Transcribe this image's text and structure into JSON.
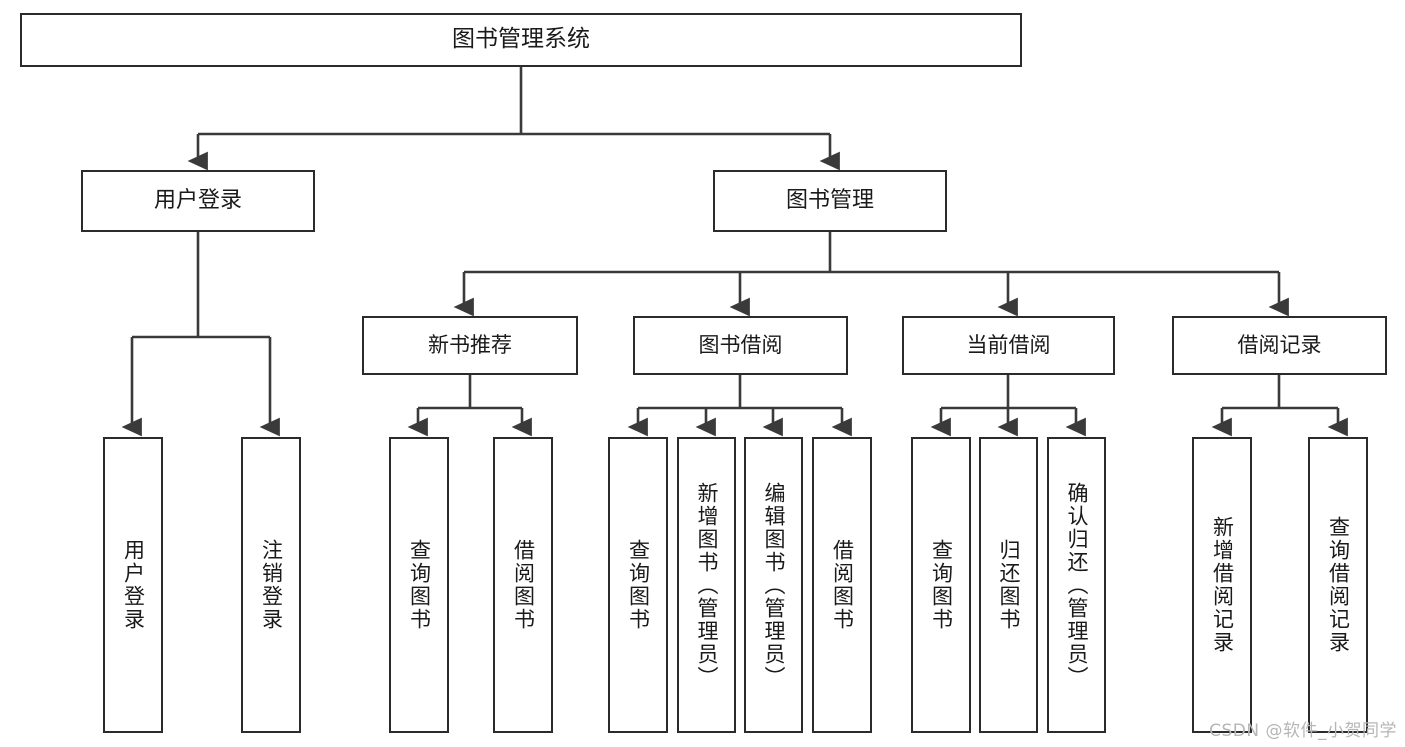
{
  "diagram": {
    "title": "图书管理系统",
    "type": "tree",
    "watermark": "CSDN @软件_小贺同学",
    "colors": {
      "box_border": "#2b2b2b",
      "box_fill": "#ffffff",
      "connector": "#3a3a3a",
      "text": "#1a1a1a",
      "watermark": "#b6b6b6"
    },
    "root": {
      "label": "图书管理系统"
    },
    "level2": [
      {
        "label": "用户登录"
      },
      {
        "label": "图书管理"
      }
    ],
    "level3": [
      {
        "label": "新书推荐"
      },
      {
        "label": "图书借阅"
      },
      {
        "label": "当前借阅"
      },
      {
        "label": "借阅记录"
      }
    ],
    "leaves": {
      "user_login": [
        {
          "label": "用户登录"
        },
        {
          "label": "注销登录"
        }
      ],
      "new_book_recommend": [
        {
          "label": "查询图书"
        },
        {
          "label": "借阅图书"
        }
      ],
      "book_borrow": [
        {
          "label": "查询图书"
        },
        {
          "label": "新增图书（管理员）"
        },
        {
          "label": "编辑图书（管理员）"
        },
        {
          "label": "借阅图书"
        }
      ],
      "current_borrow": [
        {
          "label": "查询图书"
        },
        {
          "label": "归还图书"
        },
        {
          "label": "确认归还（管理员）"
        }
      ],
      "borrow_record": [
        {
          "label": "新增借阅记录"
        },
        {
          "label": "查询借阅记录"
        }
      ]
    }
  }
}
